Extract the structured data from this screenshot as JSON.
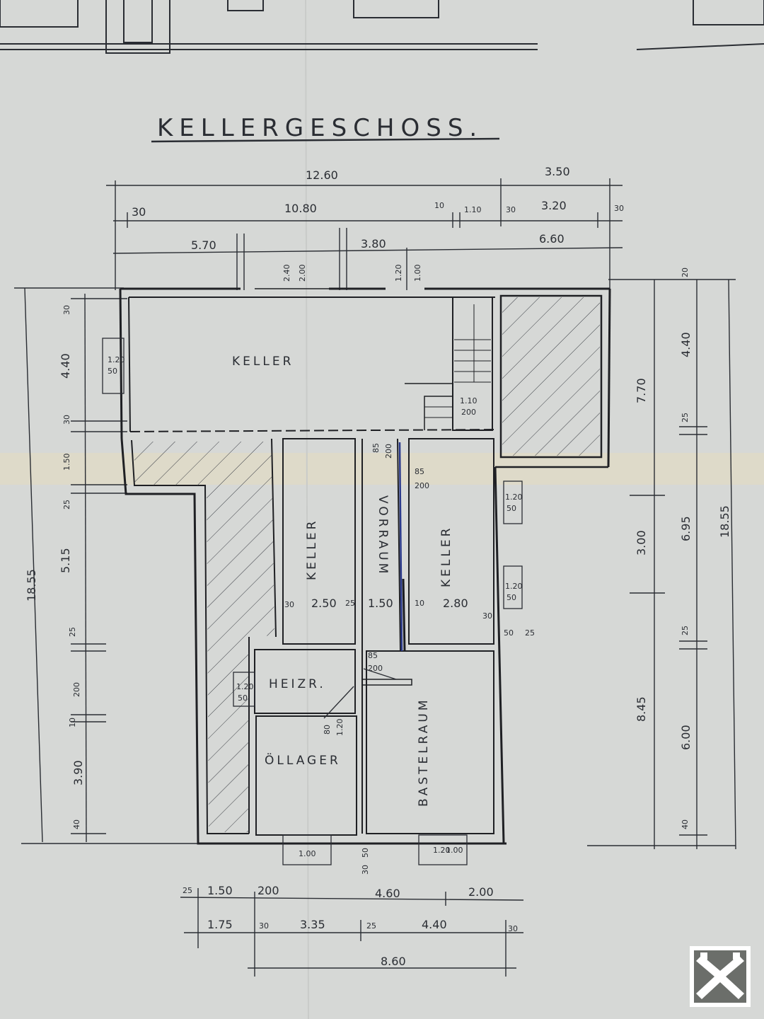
{
  "title": "KELLERGESCHOSS.",
  "rooms": {
    "keller_main": "KELLER",
    "keller_left": "KELLER",
    "vorraum": "VORRAUM",
    "keller_right": "KELLER",
    "heizr": "HEIZR.",
    "oellager": "ÖLLAGER",
    "bastelraum": "BASTELRAUM"
  },
  "dims_top": {
    "d1": "12.60",
    "d2": "3.50",
    "d3": "30",
    "d4": "10.80",
    "d5": "10",
    "d6": "1.10",
    "d7": "30",
    "d8": "3.20",
    "d9": "30",
    "d10": "5.70",
    "d11": "3.80",
    "d12": "6.60",
    "d13": "2.40",
    "d14": "2.00",
    "d15": "1.20",
    "d16": "1.00"
  },
  "dims_left": {
    "total": "18.55",
    "a": "30",
    "b": "4.40",
    "c": "30",
    "d": "1.50",
    "e": "25",
    "f": "5.15",
    "g": "25",
    "h": "200",
    "i": "10",
    "j": "3.90",
    "k": "40"
  },
  "dims_right": {
    "total": "18.55",
    "a": "20",
    "b": "4.40",
    "c": "25",
    "d": "6.95",
    "e": "25",
    "f": "6.00",
    "g": "40",
    "h": "7.70",
    "i": "3.00",
    "j": "8.45"
  },
  "dims_bottom": {
    "a": "25",
    "b": "1.50",
    "c": "200",
    "d": "4.60",
    "e": "2.00",
    "f": "1.75",
    "g": "30",
    "h": "3.35",
    "i": "25",
    "j": "4.40",
    "k": "30",
    "total": "8.60"
  },
  "dims_inner": {
    "w1": "1.20",
    "w1b": "50",
    "s1": "1.10",
    "s2": "200",
    "c1": "30",
    "c2": "2.50",
    "c3": "25",
    "c4": "1.50",
    "c5": "10",
    "c6": "2.80",
    "v1": "85",
    "v2": "200",
    "v3": "85",
    "v4": "200",
    "v5": "85",
    "v6": "200",
    "r1": "1.20",
    "r1b": "50",
    "r2": "1.20",
    "r2b": "50",
    "r3": "30",
    "r4": "50",
    "r5": "25",
    "h1": "1.20",
    "h1b": "50",
    "h2": "80",
    "h3": "1.20",
    "b1": "1.00",
    "b2": "50",
    "b3": "1.20",
    "b4": "1.00",
    "b5": "30"
  },
  "colors": {
    "paper": "#d6d8d6",
    "ink": "#2a2d33",
    "wall": "#1f2024",
    "fold": "#e6dcc0"
  },
  "logo": "raiffeisen-gable-cross-logo"
}
